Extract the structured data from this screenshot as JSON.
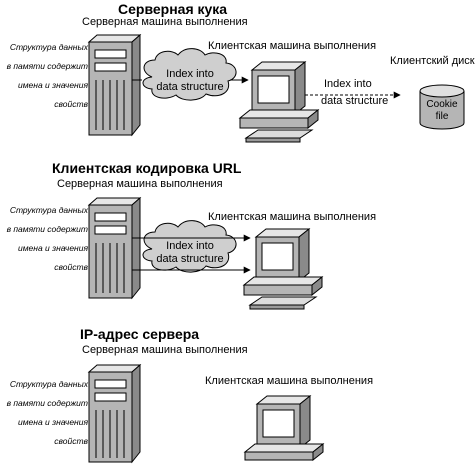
{
  "sections": [
    {
      "title": "Серверная кука",
      "server_label": "Серверная машина выполнения",
      "structure_lines": [
        "Структура данных",
        "в памяти содержит",
        "имена и значения",
        "свойств"
      ],
      "cloud_label": [
        "Index into",
        "data structure"
      ],
      "client_label": "Клиентская машина выполнения",
      "arrow_label": [
        "Index into",
        "data structure"
      ],
      "disk_label": "Клиентский диск",
      "cookie_label": [
        "Cookie",
        "file"
      ]
    },
    {
      "title": "Клиентская кодировка URL",
      "server_label": "Серверная машина выполнения",
      "structure_lines": [
        "Структура данных",
        "в памяти содержит",
        "имена и значения",
        "свойств"
      ],
      "cloud_label": [
        "Index into",
        "data structure"
      ],
      "client_label": "Клиентская машина выполнения"
    },
    {
      "title": "IP-адрес сервера",
      "server_label": "Серверная машина выполнения",
      "structure_lines": [
        "Структура данных",
        "в памяти содержит",
        "имена и значения",
        "свойств"
      ],
      "client_label": "Клиентская машина выполнения"
    }
  ]
}
